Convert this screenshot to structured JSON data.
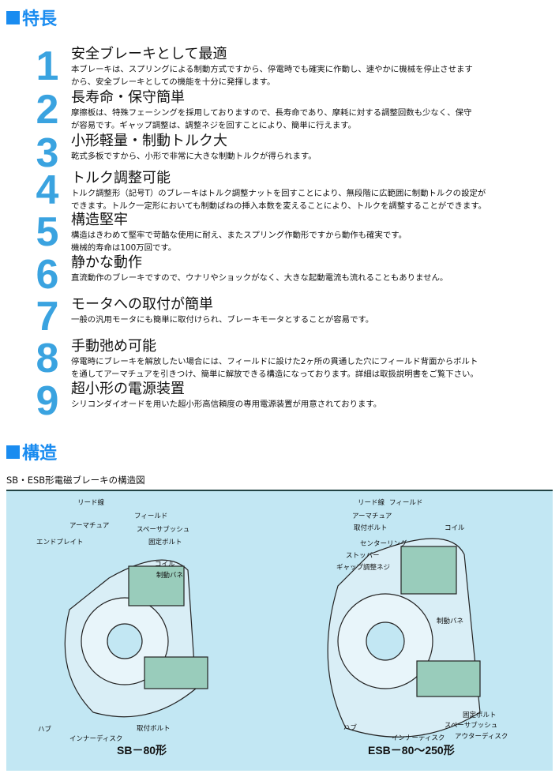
{
  "sections": {
    "features": "特長",
    "structure": "構造"
  },
  "features": [
    {
      "num": "1",
      "title": "安全ブレーキとして最適",
      "body": "本ブレーキは、スプリングによる制動方式ですから、停電時でも確実に作動し、速やかに機械を停止させます\nから、安全ブレーキとしての機能を十分に発揮します。"
    },
    {
      "num": "2",
      "title": "長寿命・保守簡単",
      "body": "摩擦板は、特殊フェーシングを採用しておりますので、長寿命であり、摩耗に対する調整回数も少なく、保守\nが容易です。ギャップ調整は、調整ネジを回すことにより、簡単に行えます。"
    },
    {
      "num": "3",
      "title": "小形軽量・制動トルク大",
      "body": "乾式多板ですから、小形で非常に大きな制動トルクが得られます。"
    },
    {
      "num": "4",
      "title": "トルク調整可能",
      "body": "トルク調整形（記号T）のブレーキはトルク調整ナットを回すことにより、無段階に広範囲に制動トルクの設定が\nできます。トルク一定形においても制動ばねの挿入本数を変えることにより、トルクを調整することができます。"
    },
    {
      "num": "5",
      "title": "構造堅牢",
      "body": "構造はきわめて堅牢で苛酷な使用に耐え、またスプリング作動形ですから動作も確実です。\n機械的寿命は100万回です。"
    },
    {
      "num": "6",
      "title": "静かな動作",
      "body": "直流動作のブレーキですので、ウナリやショックがなく、大きな起動電流も流れることもありません。"
    },
    {
      "num": "7",
      "title": "モータへの取付が簡単",
      "body": "一般の汎用モータにも簡単に取付けられ、ブレーキモータとすることが容易です。"
    },
    {
      "num": "8",
      "title": "手動弛め可能",
      "body": "停電時にブレーキを解放したい場合には、フィールドに設けた2ヶ所の貫通した穴にフィールド背面からボルト\nを通してアーマチュアを引きつけ、簡単に解放できる構造になっております。詳細は取扱説明書をご覧下さい。"
    },
    {
      "num": "9",
      "title": "超小形の電源装置",
      "body": "シリコンダイオードを用いた超小形高信頼度の専用電源装置が用意されております。"
    }
  ],
  "diagram": {
    "caption": "SB・ESB形電磁ブレーキの構造図",
    "left": {
      "model": "SB－80形",
      "labels": [
        "リード線",
        "フィールド",
        "アーマチュア",
        "スペーサブッシュ",
        "エンドプレイト",
        "固定ボルト",
        "コイル",
        "制動バネ",
        "ハブ",
        "取付ボルト",
        "インナーディスク"
      ]
    },
    "right": {
      "model": "ESB－80～250形",
      "labels": [
        "リード線",
        "フィールド",
        "アーマチュア",
        "取付ボルト",
        "コイル",
        "センターリング",
        "ストッパー",
        "ギャップ調整ネジ",
        "制動バネ",
        "固定ボルト",
        "スペーサブッシュ",
        "ハブ",
        "アウターディスク",
        "インナーディスク"
      ]
    }
  }
}
